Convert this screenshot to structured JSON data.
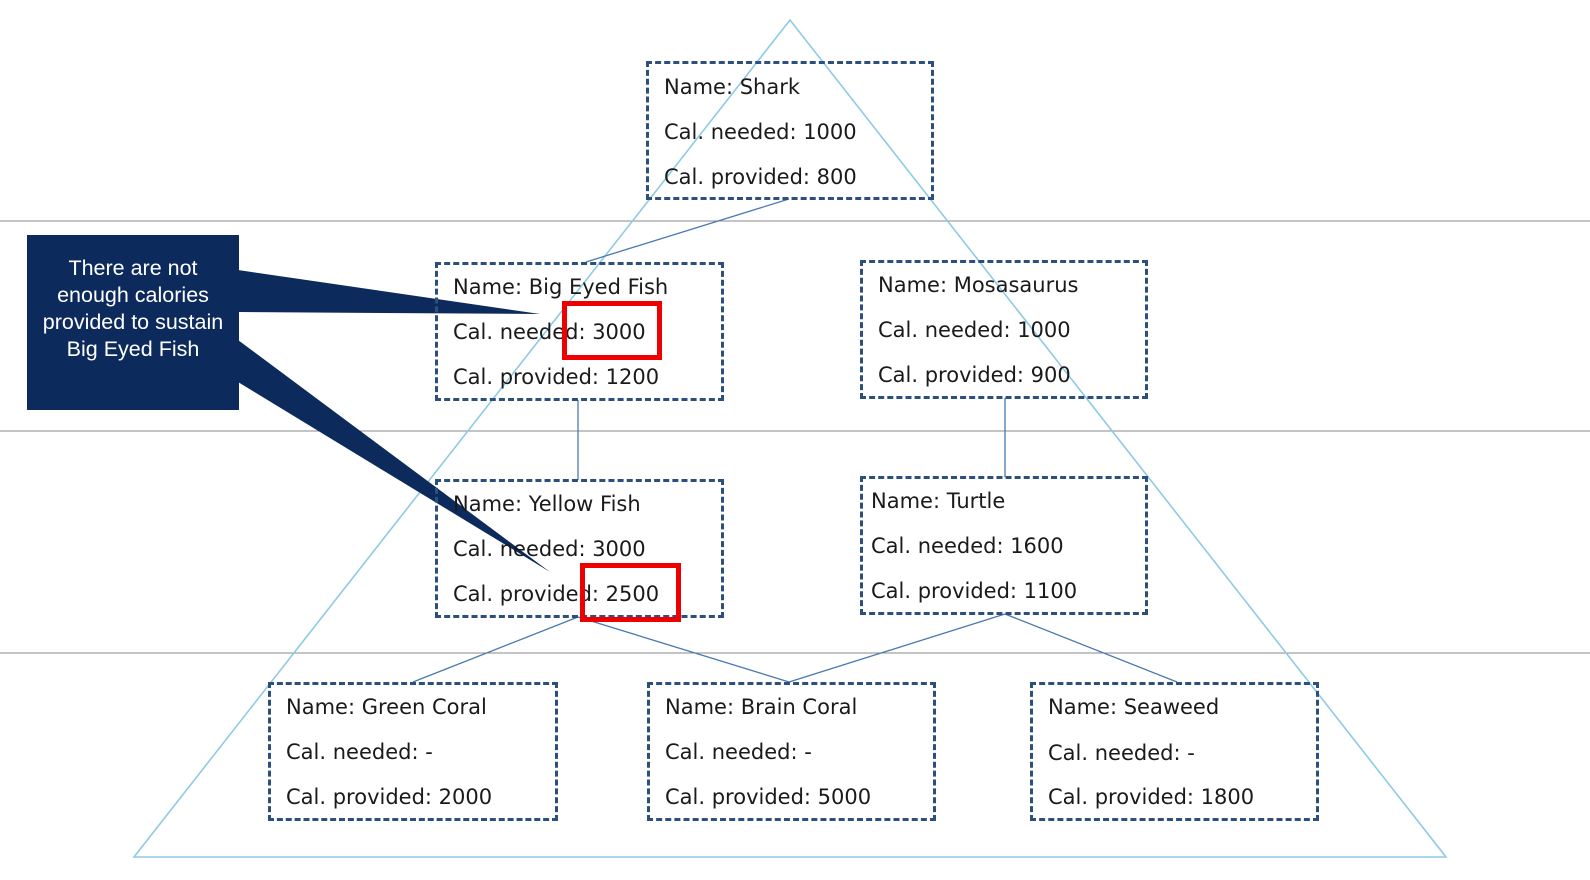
{
  "colors": {
    "triangle": "#8ecae6",
    "level_divider": "#8a8a8a",
    "connector": "#4a78b0",
    "box_border": "#2d4f7c",
    "highlight": "#ee0000",
    "callout_bg": "#0d2a5c",
    "callout_text": "#ffffff"
  },
  "nodes": {
    "shark": {
      "name": "Name: Shark",
      "needed": "Cal. needed: 1000",
      "provided": "Cal. provided: 800"
    },
    "big_eyed_fish": {
      "name": "Name: Big Eyed Fish",
      "needed": "Cal. needed: 3000",
      "provided": "Cal. provided: 1200"
    },
    "mosasaurus": {
      "name": "Name: Mosasaurus",
      "needed": "Cal. needed: 1000",
      "provided": "Cal. provided: 900"
    },
    "yellow_fish": {
      "name": "Name: Yellow Fish",
      "needed": "Cal. needed: 3000",
      "provided": "Cal. provided: 2500"
    },
    "turtle": {
      "name": "Name: Turtle",
      "needed": "Cal. needed: 1600",
      "provided": "Cal. provided: 1100"
    },
    "green_coral": {
      "name": "Name: Green Coral",
      "needed": "Cal. needed: -",
      "provided": "Cal. provided: 2000"
    },
    "brain_coral": {
      "name": "Name: Brain Coral",
      "needed": "Cal. needed: -",
      "provided": "Cal. provided: 5000"
    },
    "seaweed": {
      "name": "Name: Seaweed",
      "needed": "Cal. needed: -",
      "provided": "Cal. provided: 1800"
    }
  },
  "callout": {
    "text": "There are not enough calories provided to sustain Big Eyed Fish"
  },
  "highlights": {
    "big_eyed_fish_needed": "3000",
    "yellow_fish_provided": "2500"
  }
}
